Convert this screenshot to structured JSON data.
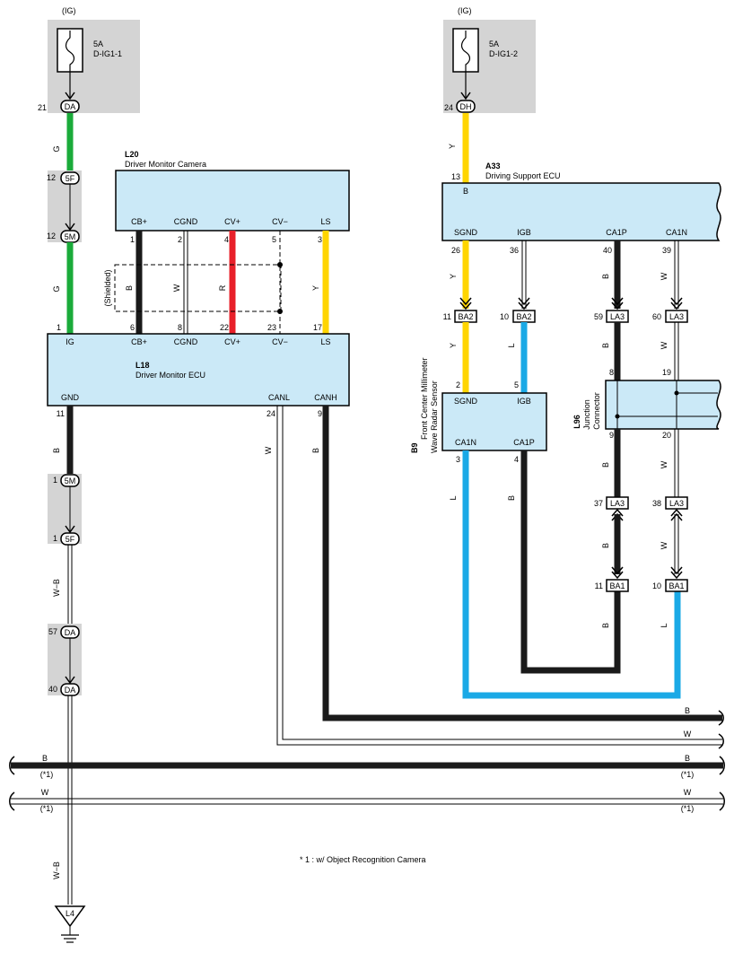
{
  "fuses": {
    "left": {
      "ig": "(IG)",
      "rating": "5A",
      "name": "D-IG1-1",
      "pin": "21",
      "connector": "DA"
    },
    "right": {
      "ig": "(IG)",
      "rating": "5A",
      "name": "D-IG1-2",
      "pin": "24",
      "connector": "DH"
    }
  },
  "camera": {
    "code": "L20",
    "name": "Driver Monitor Camera",
    "pins": [
      {
        "num": "1",
        "label": "CB+"
      },
      {
        "num": "2",
        "label": "CGND"
      },
      {
        "num": "4",
        "label": "CV+"
      },
      {
        "num": "5",
        "label": "CV−"
      },
      {
        "num": "3",
        "label": "LS"
      }
    ]
  },
  "monitor_ecu": {
    "code": "L18",
    "name": "Driver Monitor ECU",
    "top_pins": [
      {
        "num": "1",
        "label": "IG"
      },
      {
        "num": "6",
        "label": "CB+"
      },
      {
        "num": "8",
        "label": "CGND"
      },
      {
        "num": "22",
        "label": "CV+"
      },
      {
        "num": "23",
        "label": "CV−"
      },
      {
        "num": "17",
        "label": "LS"
      }
    ],
    "bottom_pins": [
      {
        "num": "11",
        "label": "GND"
      },
      {
        "num": "24",
        "label": "CANL"
      },
      {
        "num": "9",
        "label": "CANH"
      }
    ]
  },
  "support_ecu": {
    "code": "A33",
    "name": "Driving Support ECU",
    "top_pin": "13",
    "top_label": "B",
    "pins": [
      {
        "num": "26",
        "label": "SGND"
      },
      {
        "num": "36",
        "label": "IGB"
      },
      {
        "num": "40",
        "label": "CA1P"
      },
      {
        "num": "39",
        "label": "CA1N"
      }
    ]
  },
  "radar": {
    "code": "B9",
    "name_line1": "Front Center Millimeter",
    "name_line2": "Wave Radar Sensor",
    "top_pins": [
      {
        "num": "2",
        "label": "SGND"
      },
      {
        "num": "5",
        "label": "IGB"
      }
    ],
    "bottom_pins": [
      {
        "num": "3",
        "label": "CA1N"
      },
      {
        "num": "4",
        "label": "CA1P"
      }
    ]
  },
  "junction": {
    "code": "L96",
    "name_line1": "Junction",
    "name_line2": "Connector",
    "pins": {
      "top_left": "8",
      "top_right": "19",
      "bottom_left": "9",
      "bottom_right": "20"
    }
  },
  "connectors": {
    "c5F_top": {
      "pin": "12",
      "name": "5F"
    },
    "c5M_top": {
      "pin": "12",
      "name": "5M"
    },
    "c5M_bot": {
      "pin": "1",
      "name": "5M"
    },
    "c5F_bot": {
      "pin": "1",
      "name": "5F"
    },
    "cDA_57": {
      "pin": "57",
      "name": "DA"
    },
    "cDA_40": {
      "pin": "40",
      "name": "DA"
    },
    "ba2_11": {
      "pin": "11",
      "name": "BA2"
    },
    "ba2_10": {
      "pin": "10",
      "name": "BA2"
    },
    "la3_59": {
      "pin": "59",
      "name": "LA3"
    },
    "la3_60": {
      "pin": "60",
      "name": "LA3"
    },
    "la3_37": {
      "pin": "37",
      "name": "LA3"
    },
    "la3_38": {
      "pin": "38",
      "name": "LA3"
    },
    "ba1_11": {
      "pin": "11",
      "name": "BA1"
    },
    "ba1_10": {
      "pin": "10",
      "name": "BA1"
    }
  },
  "wire_colors": {
    "G": "G",
    "Y": "Y",
    "B": "B",
    "W": "W",
    "R": "R",
    "L": "L",
    "WB": "W−B"
  },
  "shielded": "(Shielded)",
  "bus": {
    "b_label": "B",
    "w_label": "W",
    "note_ref": "(*1)"
  },
  "ground": {
    "name": "L4"
  },
  "footnote": "* 1 : w/ Object Recognition Camera",
  "colors": {
    "green": "#1aab3a",
    "yellow": "#ffd500",
    "red": "#e8202a",
    "blue": "#1aa9e6",
    "black": "#1a1a1a",
    "box_fill": "#cbe9f7",
    "gray_bg": "#d4d4d4"
  }
}
